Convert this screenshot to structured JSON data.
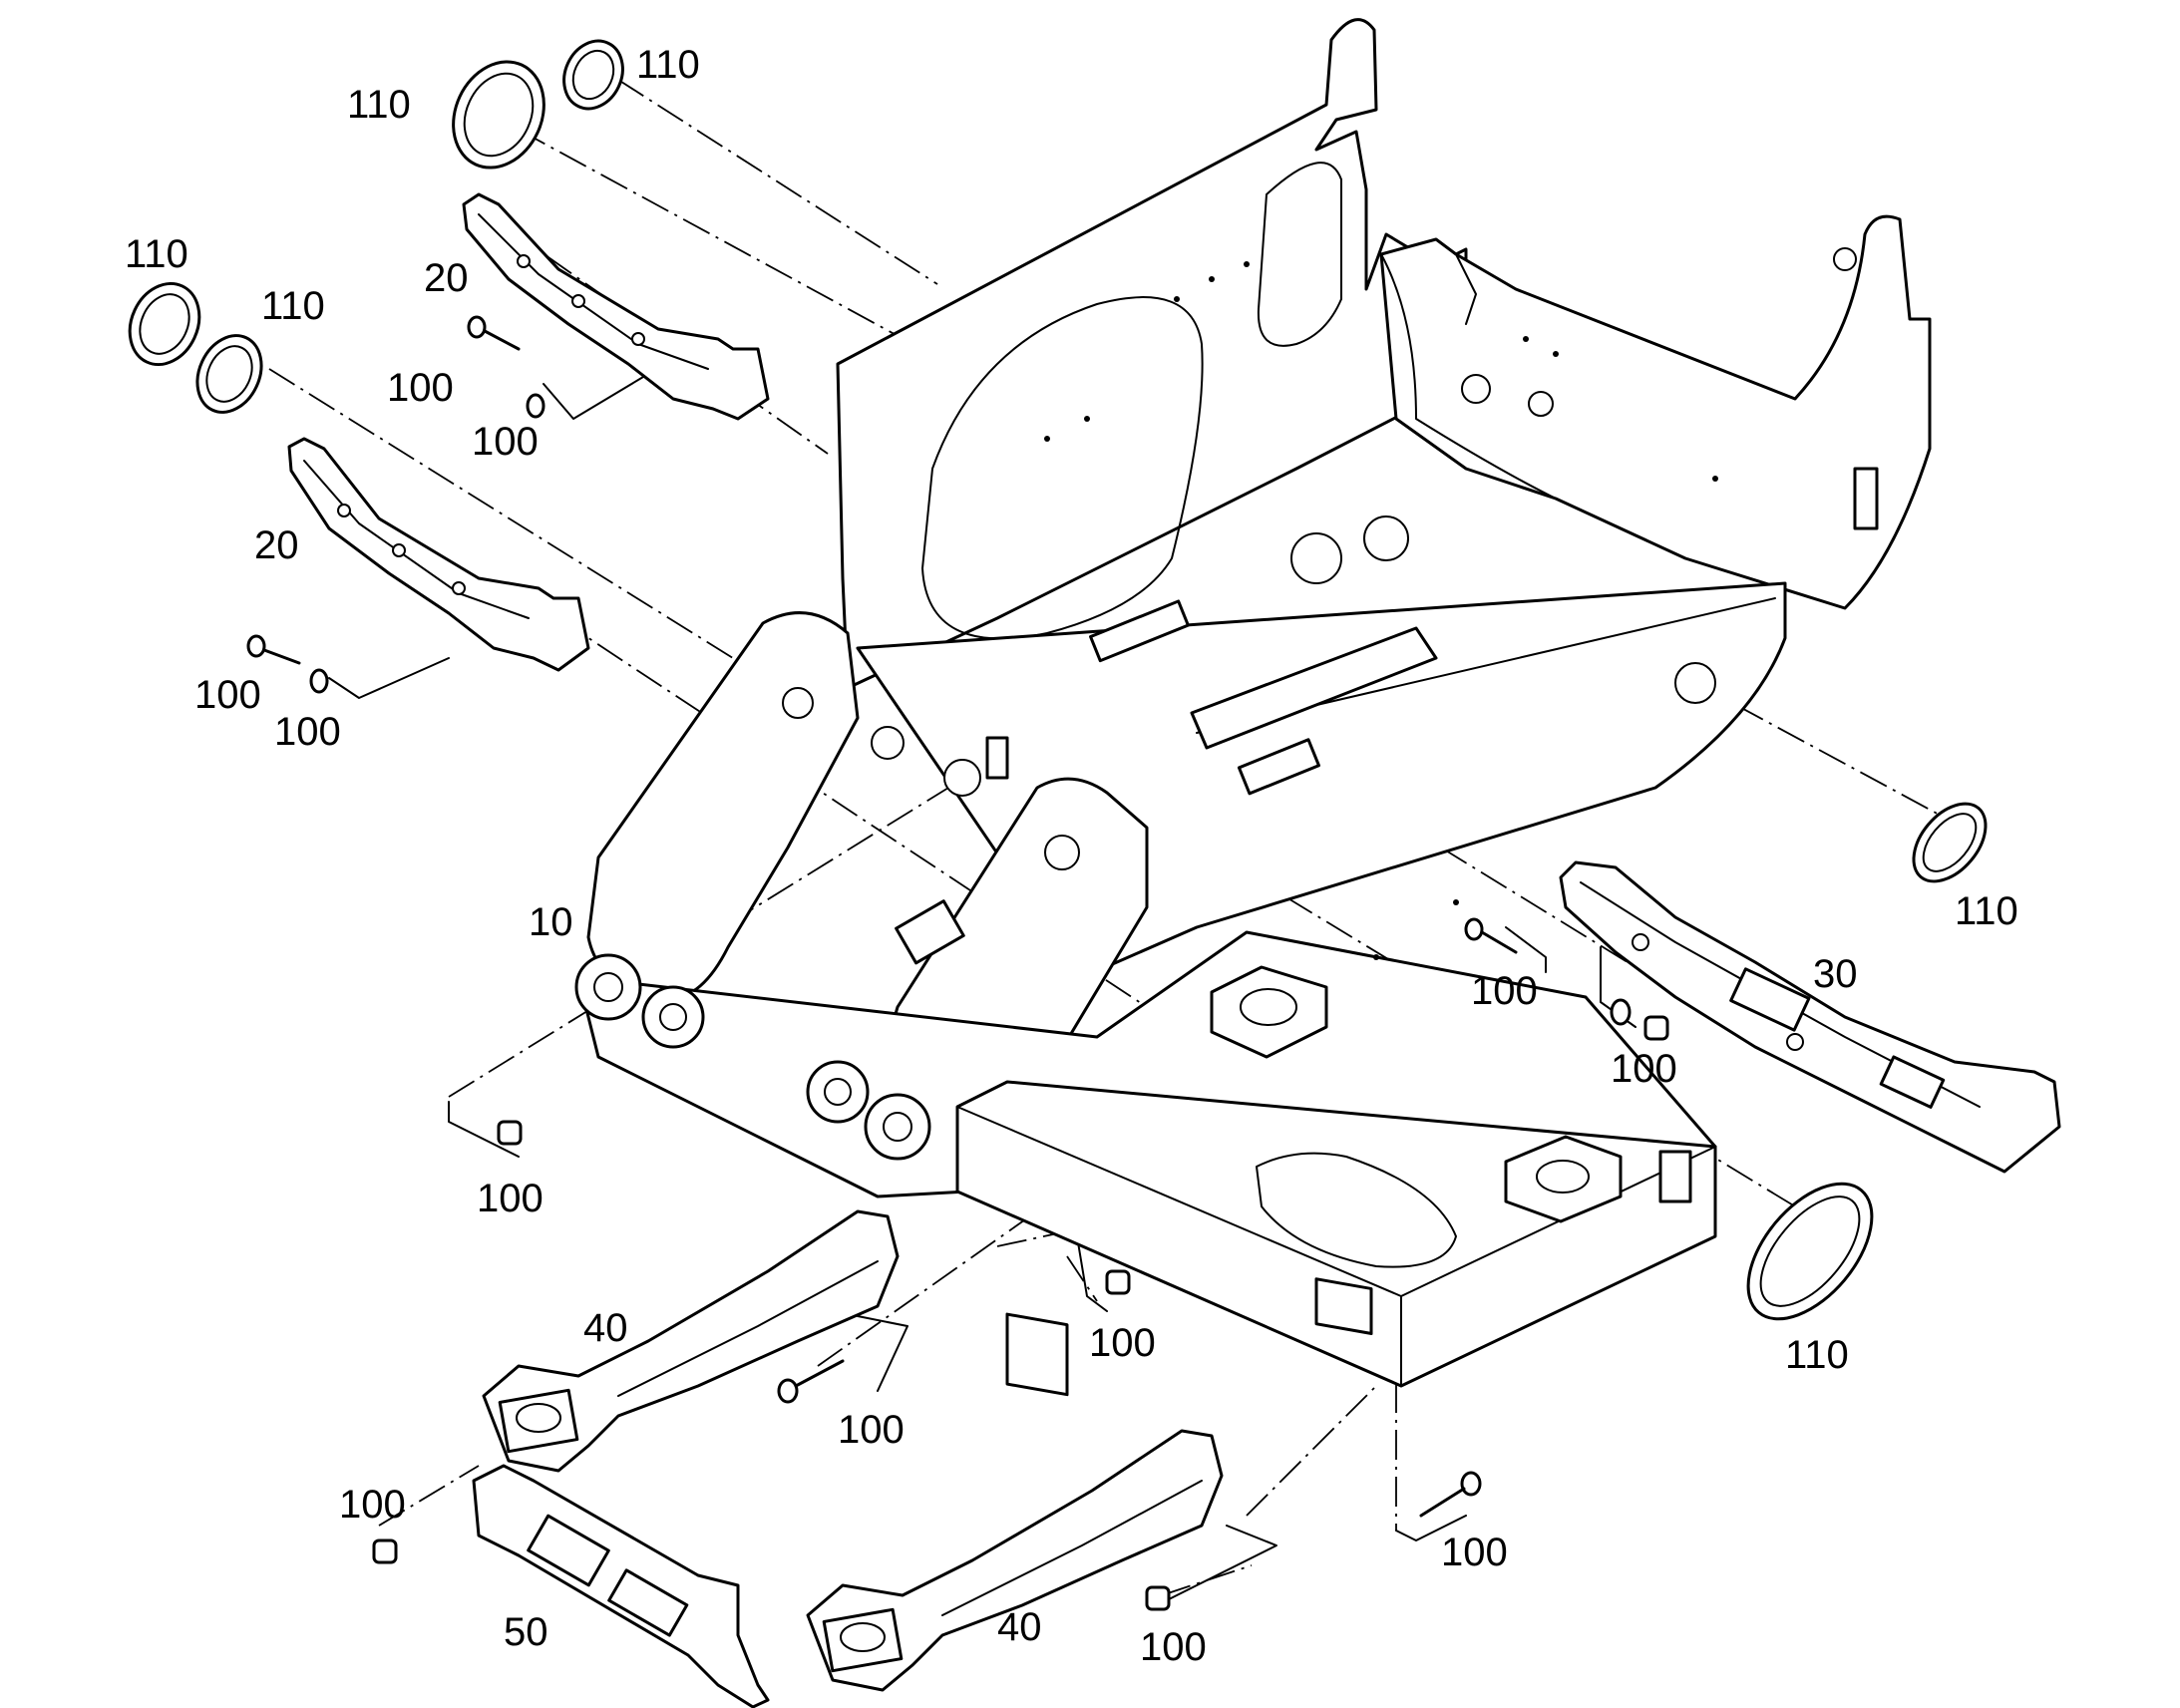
{
  "labels": {
    "part_10": "10",
    "part_20": "20",
    "part_30": "30",
    "part_40": "40",
    "part_50": "50",
    "part_100": "100",
    "part_110": "110"
  }
}
